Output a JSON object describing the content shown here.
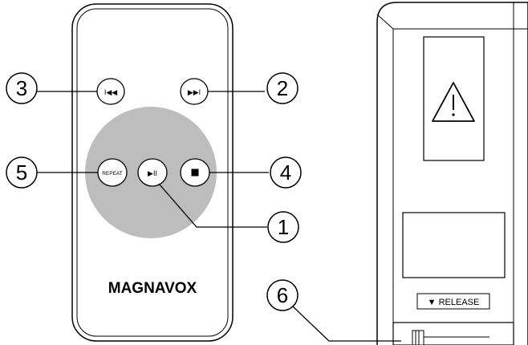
{
  "remote_front": {
    "brand": "MAGNAVOX",
    "buttons": {
      "prev": {
        "icon": "skip-previous-icon",
        "glyph": "I◀◀"
      },
      "next": {
        "icon": "skip-next-icon",
        "glyph": "▶▶I"
      },
      "repeat": {
        "label": "REPEAT"
      },
      "play_pause": {
        "icon": "play-pause-icon",
        "glyph": "▶II"
      },
      "stop": {
        "icon": "stop-icon",
        "glyph": "■"
      }
    },
    "colors": {
      "control_disc": "#bdbdbd",
      "outline": "#000000",
      "background": "#ffffff"
    }
  },
  "remote_back": {
    "warning_icon": "warning-triangle-icon",
    "release_label": "▼ RELEASE"
  },
  "callouts": [
    {
      "number": "1",
      "target": "play-pause-button"
    },
    {
      "number": "2",
      "target": "next-button"
    },
    {
      "number": "3",
      "target": "previous-button"
    },
    {
      "number": "4",
      "target": "stop-button"
    },
    {
      "number": "5",
      "target": "repeat-button"
    },
    {
      "number": "6",
      "target": "battery-tray"
    }
  ]
}
